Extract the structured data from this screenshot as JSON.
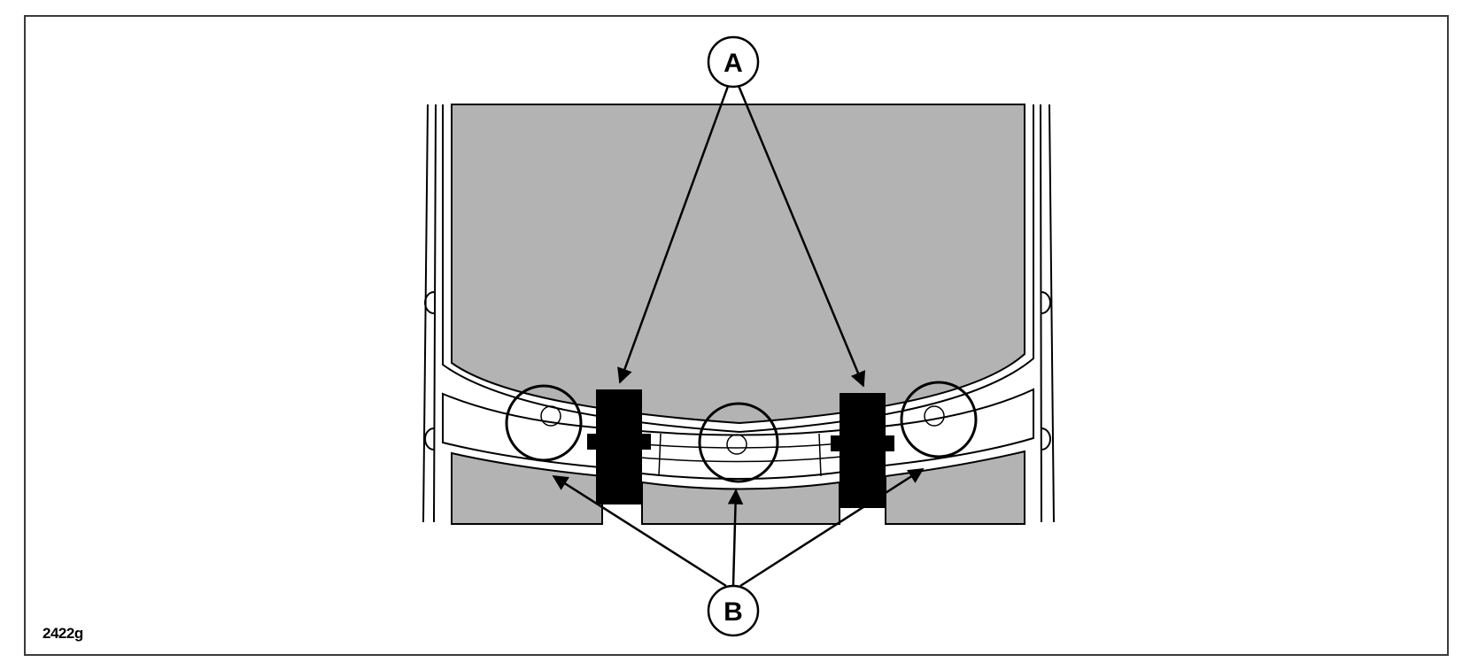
{
  "figure": {
    "callouts": {
      "a": "A",
      "b": "B"
    },
    "figure_id": "2422g"
  },
  "colors": {
    "panel_fill": "#b3b3b3",
    "outline": "#000000",
    "clip_fill": "#000000",
    "background": "#ffffff"
  },
  "icons": {
    "clips": "retaining-clip-icon",
    "fasteners": "circled-fastener-icon"
  }
}
